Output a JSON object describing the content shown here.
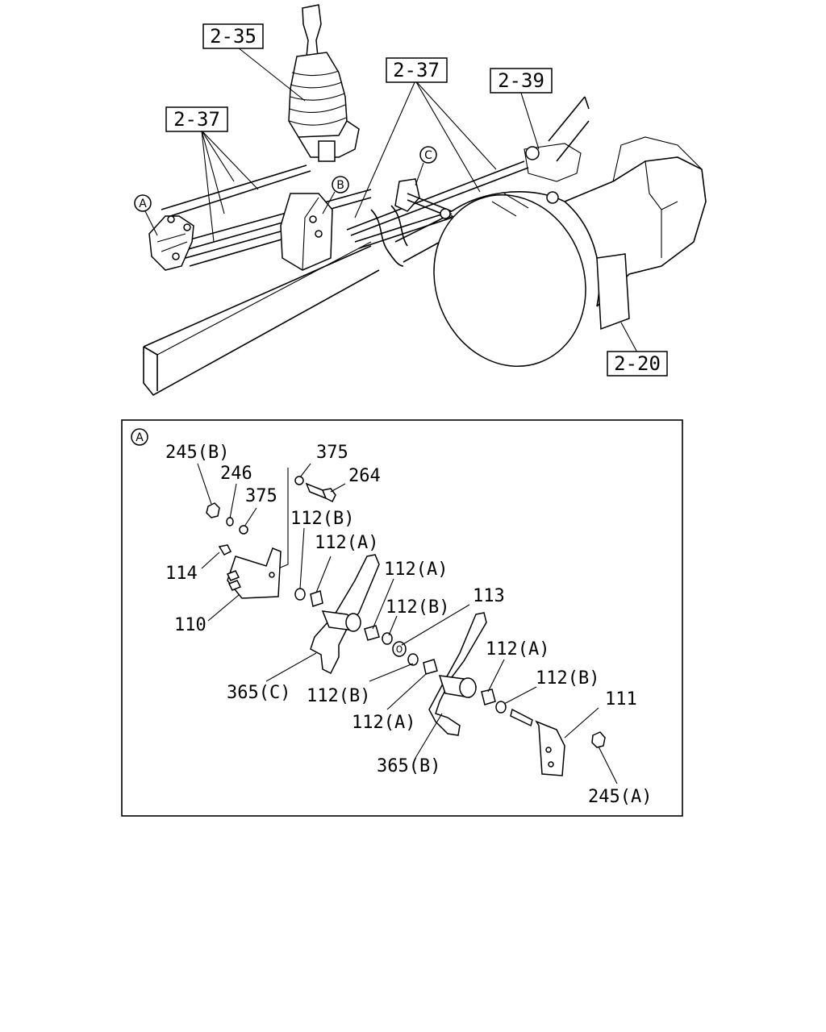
{
  "overview": {
    "ref_boxes": {
      "r235": "2-35",
      "r237_left": "2-37",
      "r237_right": "2-37",
      "r239": "2-39",
      "r220": "2-20"
    },
    "callouts": {
      "a": "A",
      "b": "B",
      "c": "C"
    }
  },
  "detail_a": {
    "marker": "A",
    "parts": {
      "p245b": "245(B)",
      "p246": "246",
      "p375_top": "375",
      "p264": "264",
      "p375_mid": "375",
      "p112b_1": "112(B)",
      "p112a_1": "112(A)",
      "p114": "114",
      "p112a_2": "112(A)",
      "p110": "110",
      "p112b_2": "112(B)",
      "p113": "113",
      "p112a_3": "112(A)",
      "p365c": "365(C)",
      "p112b_3": "112(B)",
      "p112b_4": "112(B)",
      "p111": "111",
      "p112a_4": "112(A)",
      "p365b": "365(B)",
      "p245a": "245(A)"
    }
  }
}
